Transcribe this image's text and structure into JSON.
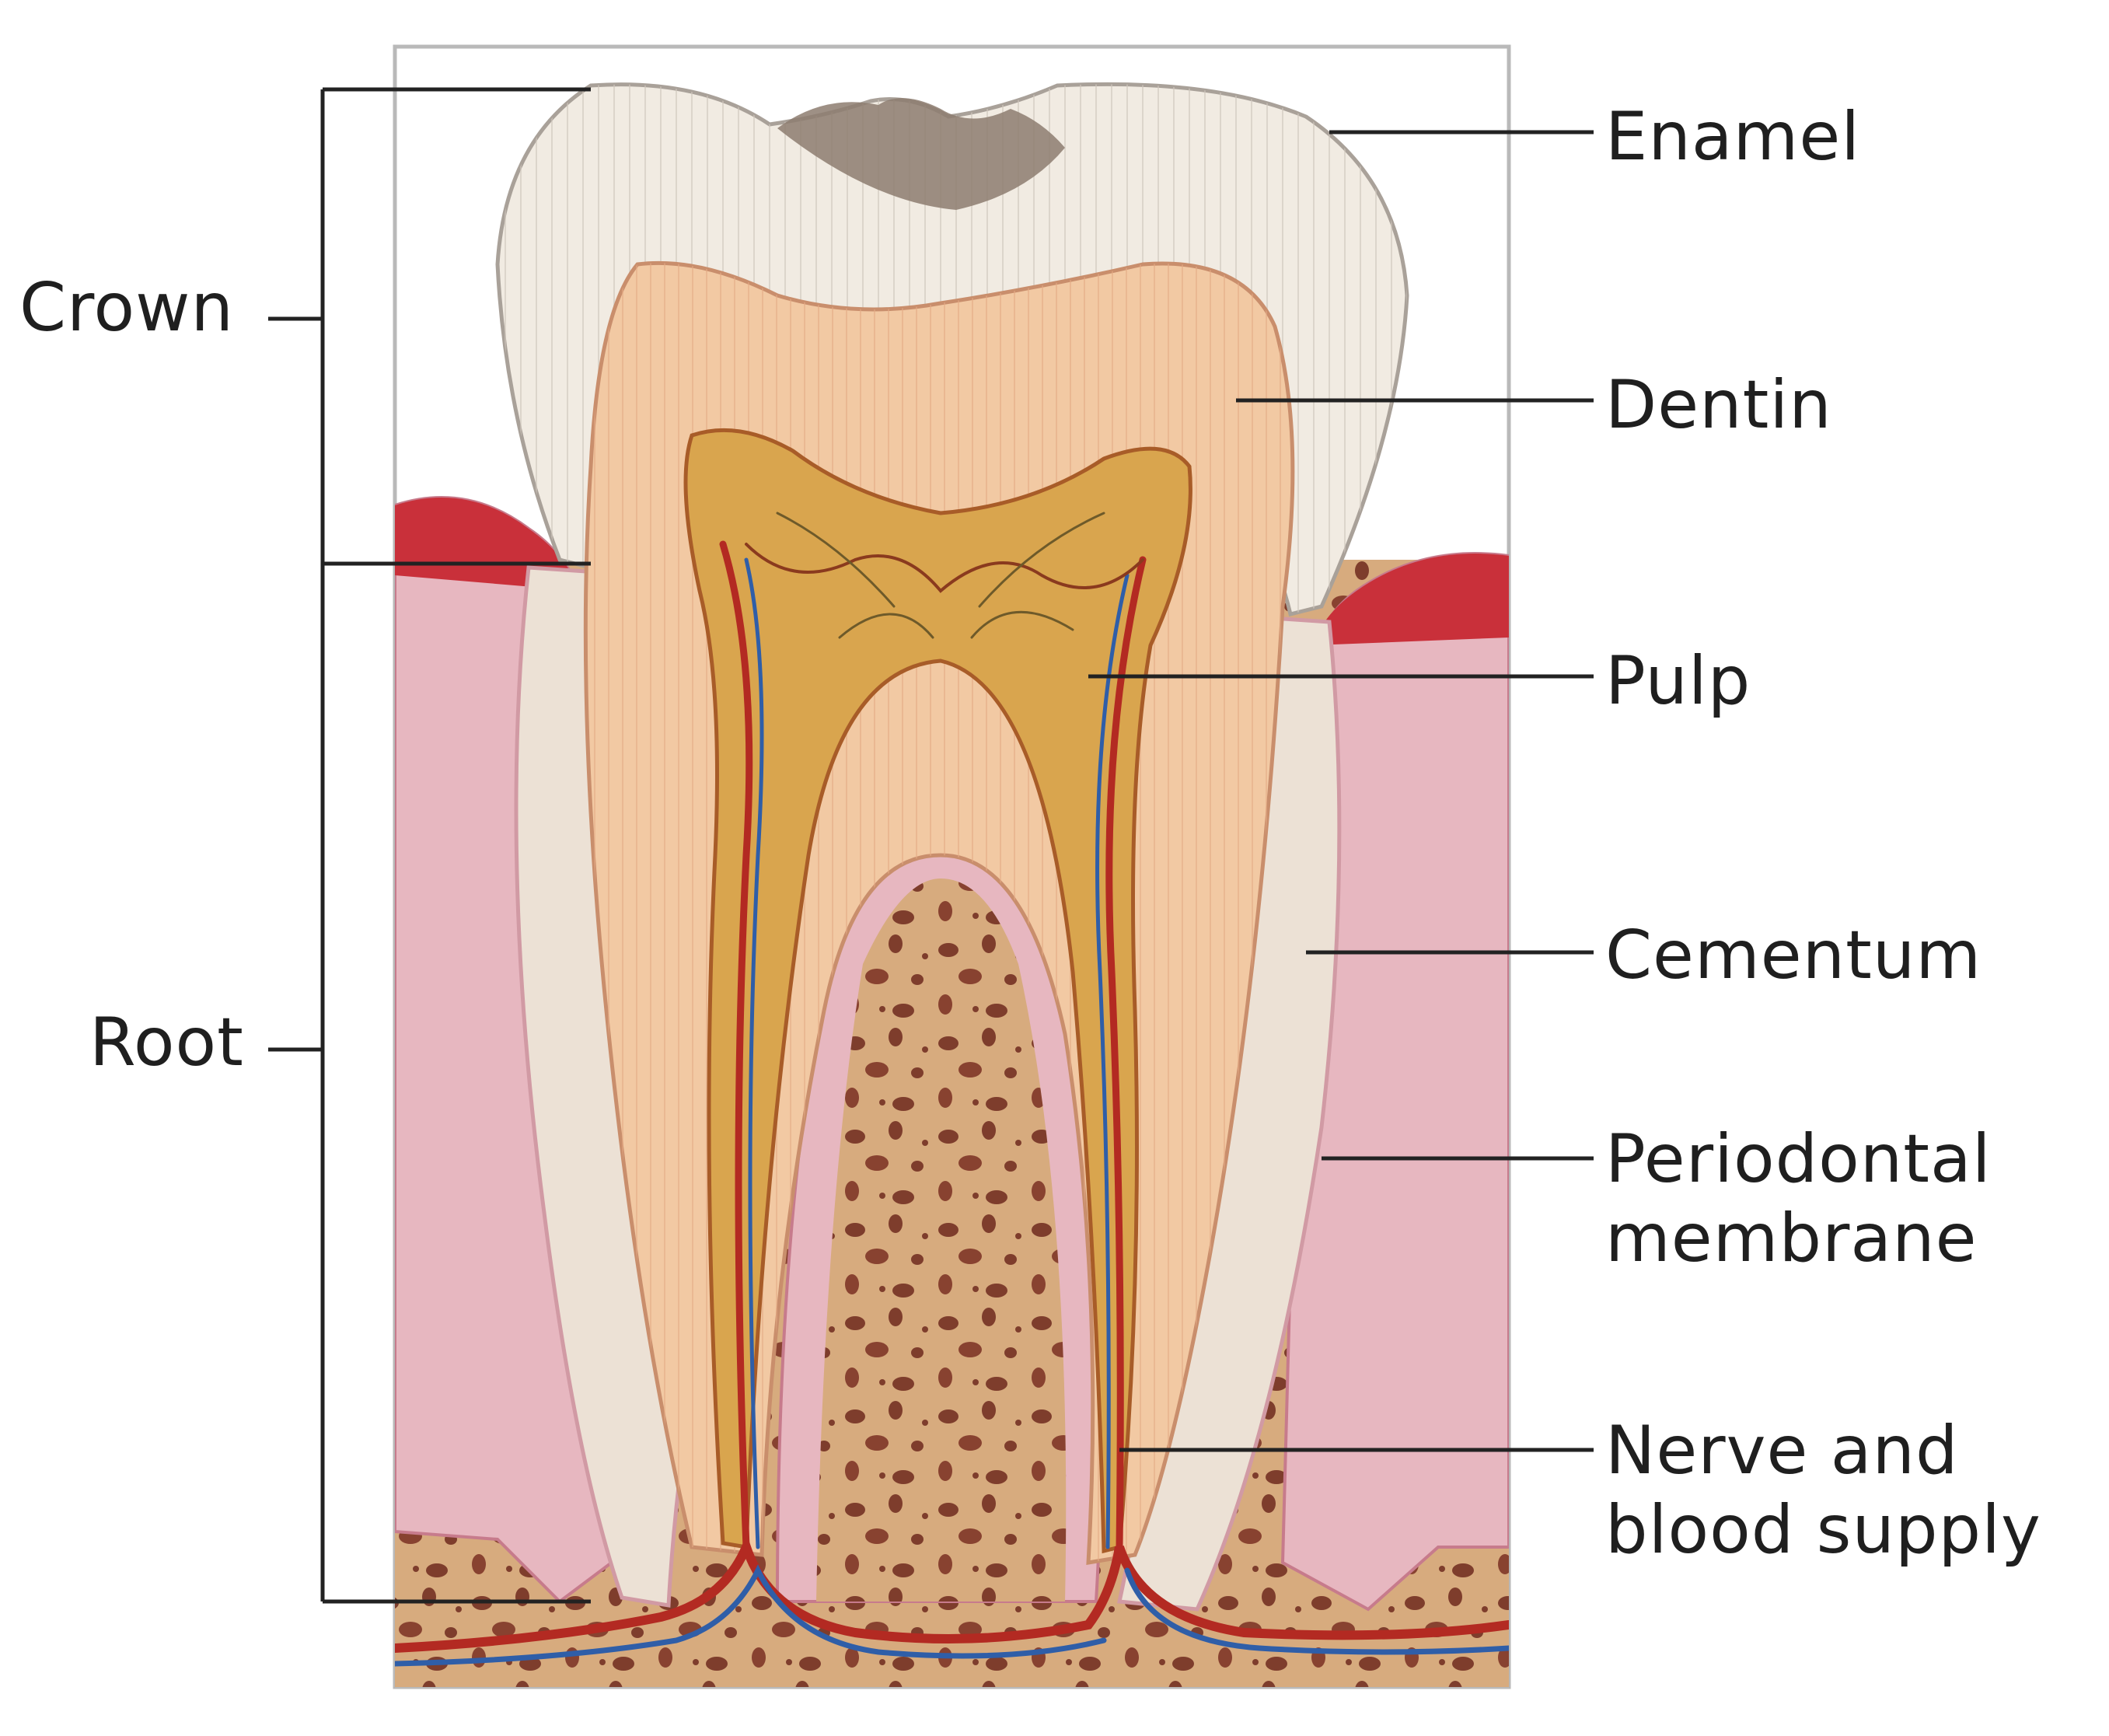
{
  "labels": {
    "enamel": "Enamel",
    "dentin": "Dentin",
    "pulp": "Pulp",
    "cementum": "Cementum",
    "periodontal_line1": "Periodontal",
    "periodontal_line2": "membrane",
    "nerve_line1": "Nerve and",
    "nerve_line2": "blood supply",
    "crown": "Crown",
    "root": "Root"
  },
  "colors": {
    "enamel": "#f1ebe2",
    "dentin": "#f2c9a3",
    "pulp": "#d9a54e",
    "gum": "#e7b7c0",
    "gum_edge": "#c9303a",
    "bone": "#d7ab7e",
    "bone_spots": "#6e2a1e",
    "cementum": "#ece1d5",
    "nerve": "#b32a22",
    "vein": "#2f5ea8",
    "leader": "#222222"
  },
  "icons": {
    "tooth": "tooth-cross-section-illustration"
  }
}
